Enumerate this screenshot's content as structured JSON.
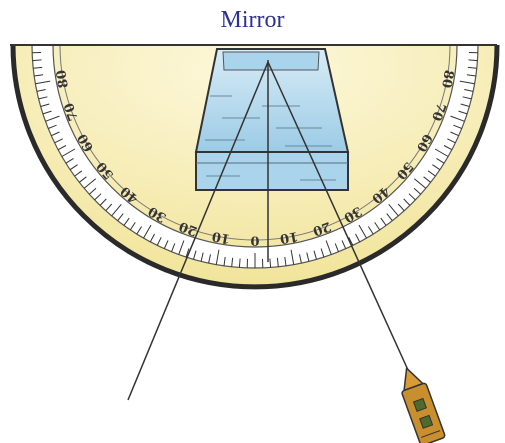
{
  "title": "Mirror",
  "scale_labels": {
    "left": [
      "10",
      "20",
      "30",
      "40",
      "50",
      "60",
      "70",
      "80"
    ],
    "center": "0",
    "right": [
      "10",
      "20",
      "30",
      "40",
      "50",
      "60",
      "70",
      "80"
    ]
  },
  "colors": {
    "title": "#2e3192",
    "protractor_fill": "#fbf5cf",
    "protractor_shade": "#f3e9a0",
    "scale_band": "#ffffff",
    "rim": "#2a2a2a",
    "ink": "#333333",
    "mirror_glass": "#a9d4ec",
    "mirror_glass_light": "#d7ecf7",
    "pin_body": "#c98f2e",
    "pin_band": "#4f6a2b"
  }
}
